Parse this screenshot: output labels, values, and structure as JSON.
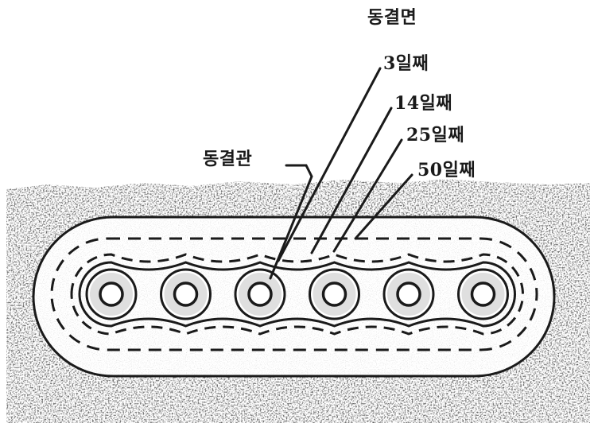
{
  "labels": {
    "freezing_plane": "동결면",
    "day3": "3일째",
    "day14": "14일째",
    "day25": "25일째",
    "day50": "50일째",
    "freezing_pipe": "동결관"
  },
  "pipes": {
    "count": 6
  },
  "colors": {
    "ink": "#1a1a1a",
    "paper": "#ffffff",
    "soil_dark": "#2a2a2a",
    "frozen_shade": "#9a9a9a"
  }
}
